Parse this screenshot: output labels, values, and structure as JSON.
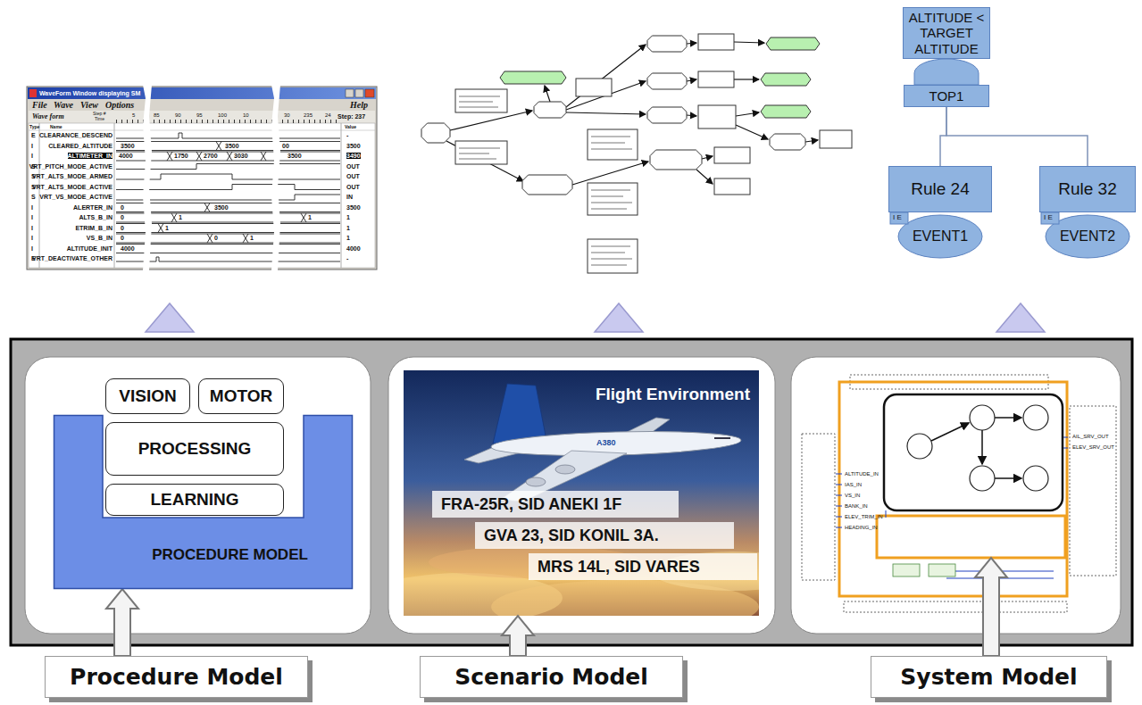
{
  "diagram": {
    "nodes": [
      {
        "text": [
          "ALTITUDE < TARGET ALTITUDE"
        ]
      },
      {
        "text": [
          "TOP1"
        ]
      },
      {
        "text": [
          "Rule 24"
        ]
      },
      {
        "text": [
          "Rule 32"
        ]
      },
      {
        "text": [
          "EVENT1"
        ]
      },
      {
        "text": [
          "EVENT2"
        ]
      },
      {
        "text": [
          "VISION"
        ]
      },
      {
        "text": [
          "MOTOR"
        ]
      },
      {
        "text": [
          "PROCESSING"
        ]
      },
      {
        "text": [
          "LEARNING"
        ]
      },
      {
        "text": [
          "PROCEDURE MODEL"
        ]
      },
      {
        "text": [
          "Flight Environment"
        ]
      },
      {
        "text": [
          "FRA-25R, SID ANEKI 1F"
        ],
        "in": 11
      },
      {
        "text": [
          "GVA 23, SID KONIL 3A."
        ],
        "in": 11
      },
      {
        "text": [
          "MRS 14L, SID VARES"
        ],
        "in": 11
      },
      {
        "text": [
          "Procedure Model"
        ]
      },
      {
        "text": [
          "Scenario Model"
        ]
      },
      {
        "text": [
          "System Model"
        ]
      }
    ],
    "edges": [
      {
        "from": 1,
        "to": 2,
        "arrow": "none"
      },
      {
        "from": 1,
        "to": 3,
        "arrow": "none"
      },
      {
        "from": 15,
        "to": 10,
        "arrow": "to"
      },
      {
        "from": 16,
        "to": 11,
        "arrow": "to"
      }
    ],
    "labels": [
      "WaveForm Window displaying SM",
      "File",
      "Wave",
      "View",
      "Options",
      "Help",
      "Wave form",
      "Step #",
      "Time",
      "Step: 237",
      "5",
      "85",
      "90",
      "95",
      "100",
      "10",
      "30",
      "235",
      "24",
      "Type",
      "Name",
      "Value",
      "E",
      "CLEARANCE_DESCEND",
      "-",
      "I",
      "CLEARED_ALTITUDE",
      "3500",
      "3500",
      "00",
      "3500",
      "I",
      "ALTIMETER_IN",
      "4000",
      "1750",
      "2700",
      "3030",
      "3500",
      "3490",
      "S",
      "VRT_PITCH_MODE_ACTIVE",
      "OUT",
      "S",
      "VRT_ALTS_MODE_ARMED",
      "OUT",
      "S",
      "VRT_ALTS_MODE_ACTIVE",
      "OUT",
      "S",
      "VRT_VS_MODE_ACTIVE",
      "IN",
      "I",
      "ALERTER_IN",
      "0",
      "3500",
      "3500",
      "I",
      "ALTS_B_IN",
      "0",
      "1",
      "1",
      "1",
      "I",
      "ETRIM_B_IN",
      "0",
      "1",
      "1",
      "I",
      "VS_B_IN",
      "0",
      "0",
      "1",
      "1",
      "I",
      "ALTITUDE_INIT",
      "4000",
      "4000",
      "E",
      "VRT_DEACTIVATE_OTHER",
      "-",
      "I E",
      "I E",
      "A380",
      "ALTITUDE_IN",
      "IAS_IN",
      "VS_IN",
      "BANK_IN",
      "ELEV_TRIM_IN",
      "HEADING_IN",
      "AIL_SRV_OUT",
      "ELEV_SRV_OUT"
    ]
  }
}
